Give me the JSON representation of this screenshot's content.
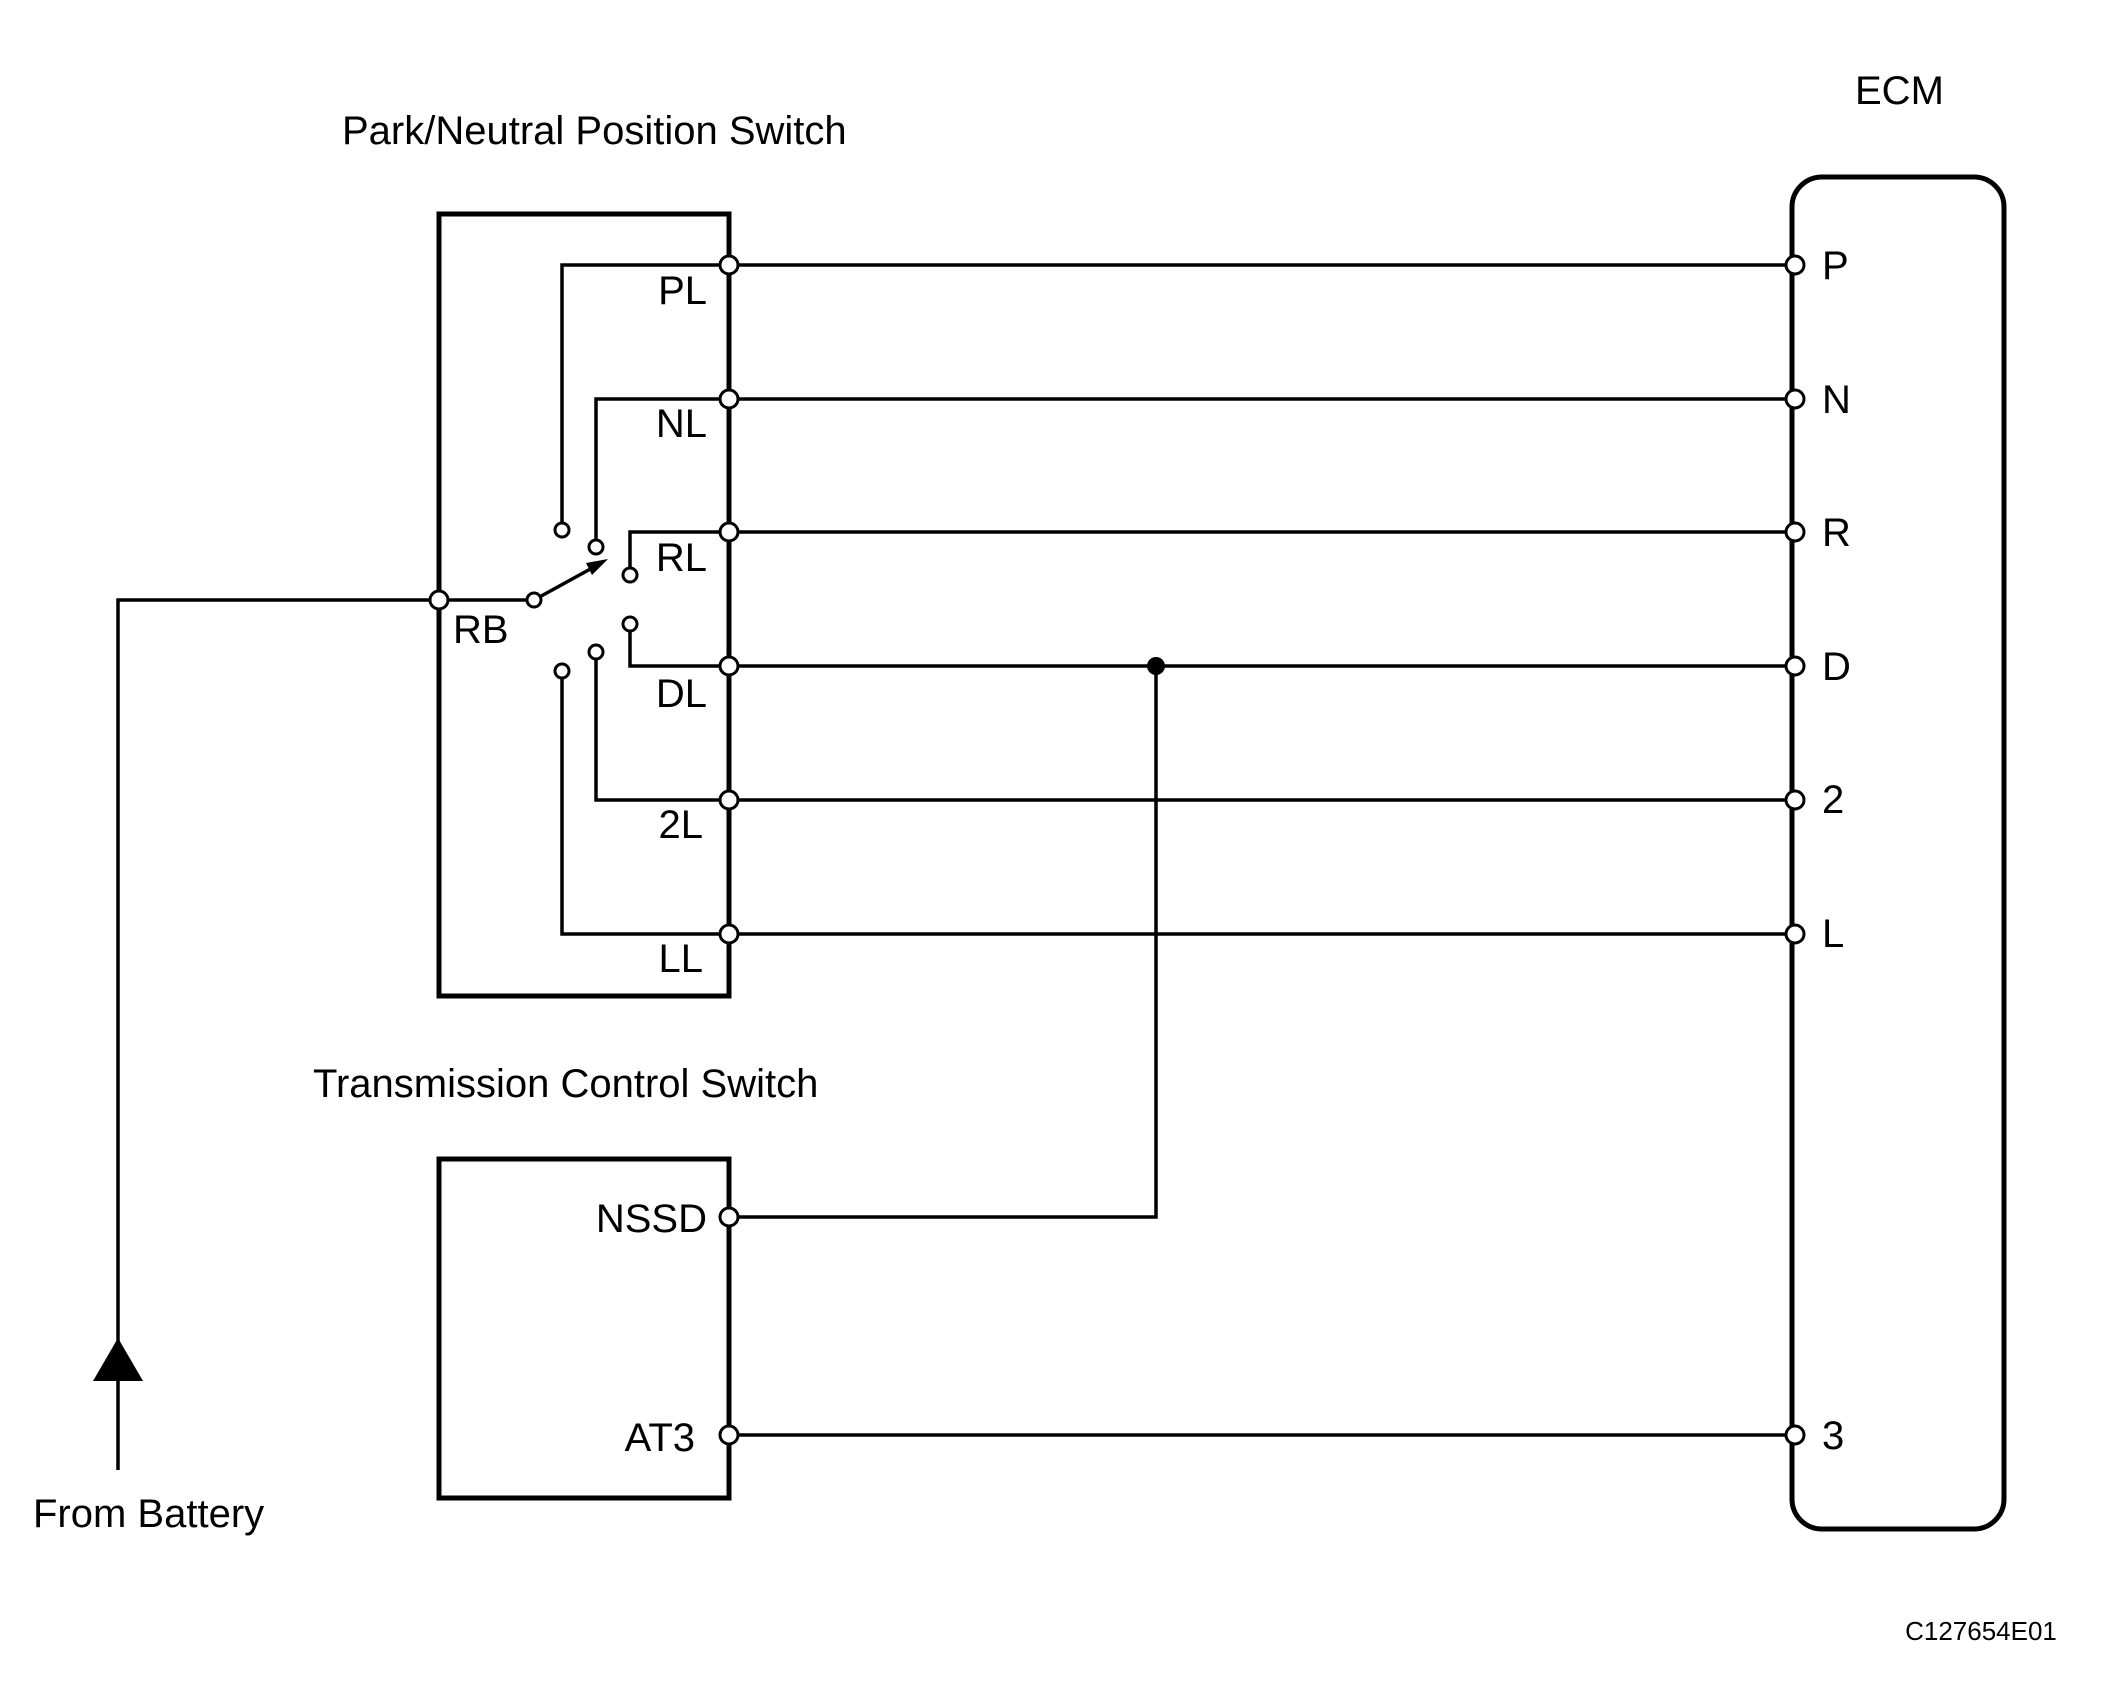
{
  "labels": {
    "pnp_switch": "Park/Neutral Position Switch",
    "ecm": "ECM",
    "tcs": "Transmission Control Switch",
    "from_battery": "From Battery",
    "figure_code": "C127654E01"
  },
  "pnp_terminals": {
    "rb": "RB",
    "pl": "PL",
    "nl": "NL",
    "rl": "RL",
    "dl": "DL",
    "l2": "2L",
    "ll": "LL"
  },
  "tcs_terminals": {
    "nssd": "NSSD",
    "at3": "AT3"
  },
  "ecm_terminals": {
    "p": "P",
    "n": "N",
    "r": "R",
    "d": "D",
    "t2": "2",
    "l": "L",
    "t3": "3"
  }
}
